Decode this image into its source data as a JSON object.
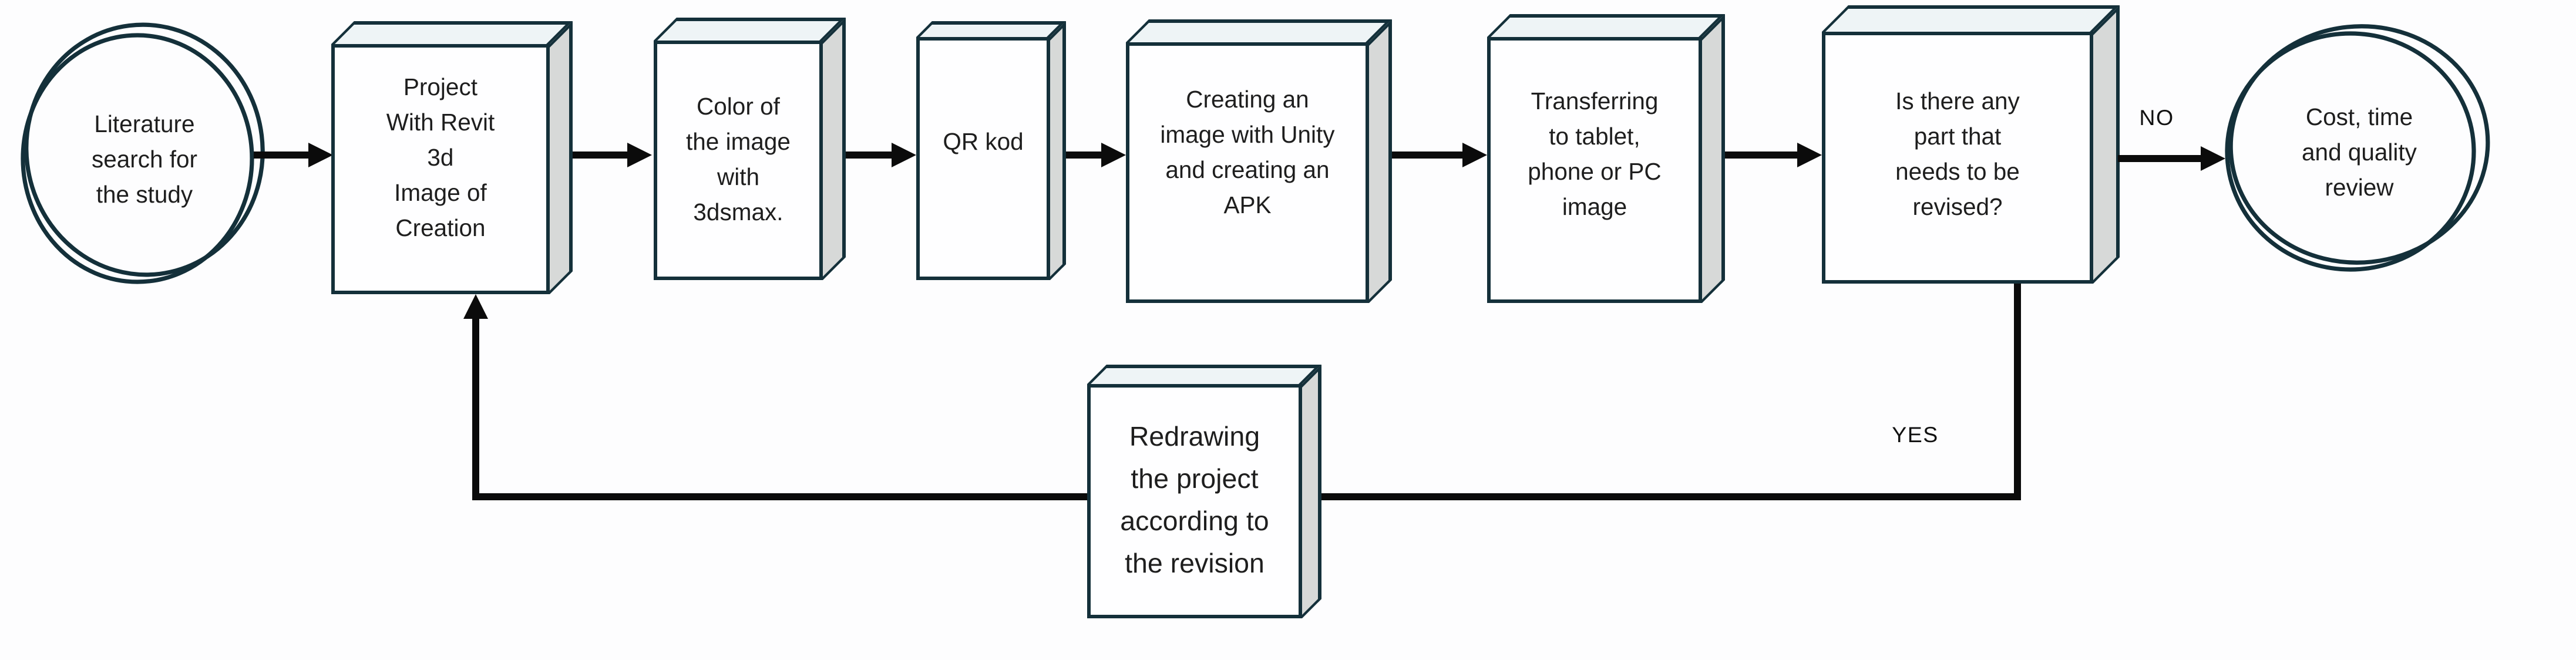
{
  "diagram": {
    "type": "flowchart",
    "colors": {
      "node_stroke": "#14303a",
      "node_fill": "#fefeff",
      "node_side_face": "#d7d9d8",
      "node_top_face": "#eef4f6",
      "connector": "#0b0b0b",
      "text": "#1e1e1e",
      "background": "#fdfdfe"
    },
    "nodes": [
      {
        "id": "start",
        "shape": "ellipse",
        "label": "Literature search for the study",
        "lines": [
          "Literature",
          "search for",
          "the study"
        ]
      },
      {
        "id": "revit",
        "shape": "box3d",
        "label": "Project With Revit 3d Image of Creation",
        "lines": [
          "Project",
          "With Revit",
          "3d",
          "Image of",
          "Creation"
        ]
      },
      {
        "id": "color3dsmax",
        "shape": "box3d",
        "label": "Color of the image with 3dsmax.",
        "lines": [
          "Color of",
          "the image",
          "with",
          "3dsmax."
        ]
      },
      {
        "id": "qr",
        "shape": "box3d",
        "label": "QR kod",
        "lines": [
          "QR kod"
        ]
      },
      {
        "id": "unity",
        "shape": "box3d",
        "label": "Creating an image with Unity and creating an APK",
        "lines": [
          "Creating an",
          "image with Unity",
          "and creating an",
          "APK"
        ]
      },
      {
        "id": "transfer",
        "shape": "box3d",
        "label": "Transferring to tablet, phone or PC image",
        "lines": [
          "Transferring",
          "to tablet,",
          "phone or PC",
          "image"
        ]
      },
      {
        "id": "revise",
        "shape": "box3d",
        "label": "Is there any part that needs to be revised?",
        "lines": [
          "Is there any",
          "part that",
          "needs to be",
          "revised?"
        ]
      },
      {
        "id": "end",
        "shape": "ellipse",
        "label": "Cost, time and quality review",
        "lines": [
          "Cost, time",
          "and quality",
          "review"
        ]
      },
      {
        "id": "redraw",
        "shape": "box3d",
        "label": "Redrawing the project according to the revision",
        "lines": [
          "Redrawing",
          "the project",
          "according to",
          "the revision"
        ]
      }
    ],
    "edges": [
      {
        "from": "start",
        "to": "revit"
      },
      {
        "from": "revit",
        "to": "color3dsmax"
      },
      {
        "from": "color3dsmax",
        "to": "qr"
      },
      {
        "from": "qr",
        "to": "unity"
      },
      {
        "from": "unity",
        "to": "transfer"
      },
      {
        "from": "transfer",
        "to": "revise"
      },
      {
        "from": "revise",
        "to": "end",
        "label": "NO"
      },
      {
        "from": "revise",
        "to": "redraw",
        "label": "YES"
      },
      {
        "from": "redraw",
        "to": "revit"
      }
    ],
    "branch_labels": {
      "no": "NO",
      "yes": "YES"
    }
  }
}
